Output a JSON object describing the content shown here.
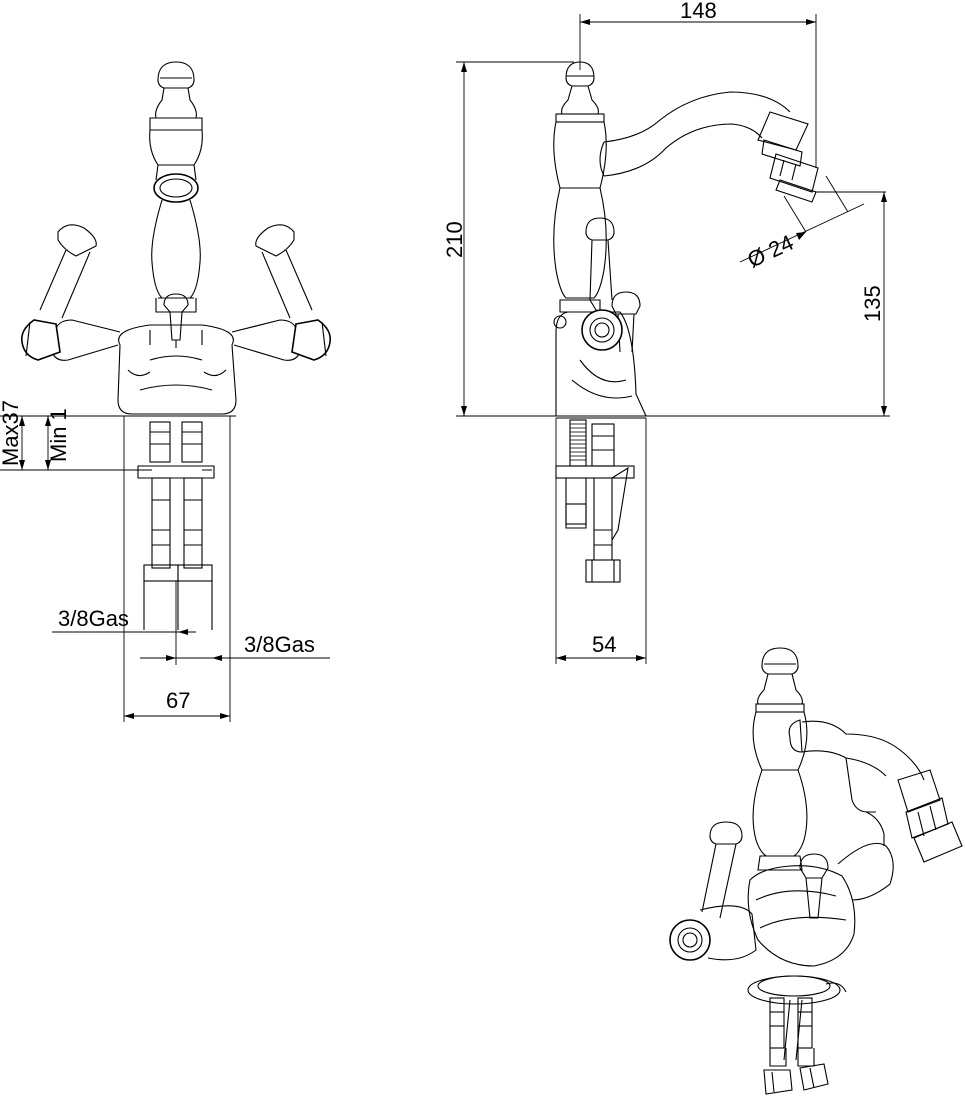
{
  "dimensions": {
    "width_top": "148",
    "height_total": "210",
    "spout_diameter": "Ø 24",
    "spout_height": "135",
    "base_depth": "54",
    "inlet_spacing": "67",
    "inlet_left": "3/8Gas",
    "inlet_right": "3/8Gas",
    "deck_max": "Max37",
    "deck_min": "Min 1"
  }
}
